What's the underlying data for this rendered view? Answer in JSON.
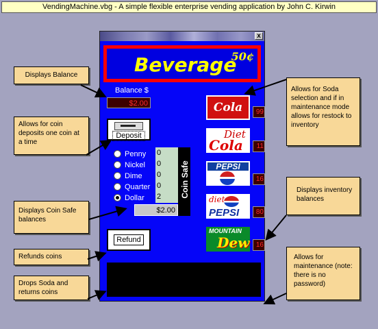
{
  "caption": "VendingMachine.vbg - A simple flexible enterprise vending application by John C. Kirwin",
  "window": {
    "close_glyph": "x"
  },
  "banner": {
    "title": "Beverage",
    "price": "50¢"
  },
  "balance": {
    "label": "Balance $",
    "value": "$2.00"
  },
  "deposit": {
    "label": "Deposit"
  },
  "coins": [
    {
      "name": "Penny",
      "count": "0",
      "selected": false
    },
    {
      "name": "Nickel",
      "count": "0",
      "selected": false
    },
    {
      "name": "Dime",
      "count": "0",
      "selected": false
    },
    {
      "name": "Quarter",
      "count": "0",
      "selected": false
    },
    {
      "name": "Dollar",
      "count": "2",
      "selected": true
    }
  ],
  "coin_safe": {
    "label": "Coin Safe",
    "total": "$2.00"
  },
  "refund": {
    "label": "Refund"
  },
  "sodas": [
    {
      "name": "Cola",
      "logo_text": "Cola",
      "inventory": "99"
    },
    {
      "name": "Diet Cola",
      "logo_text": [
        "Diet",
        "Cola"
      ],
      "inventory": "11"
    },
    {
      "name": "Pepsi",
      "logo_text": "PEPSI",
      "inventory": "16"
    },
    {
      "name": "Diet Pepsi",
      "logo_text": [
        "diet",
        "PEPSI"
      ],
      "inventory": "80"
    },
    {
      "name": "Mountain Dew",
      "logo_text": [
        "MOUNTAIN",
        "Dew"
      ],
      "inventory": "16"
    }
  ],
  "annotations": {
    "displays_balance": "Displays Balance",
    "coin_deposits": "Allows for coin deposits one coin at a time",
    "coin_safe_balances": "Displays Coin Safe balances",
    "refunds_coins": "Refunds coins",
    "drops_soda": "Drops Soda and returns coins",
    "soda_selection": "Allows for Soda selection and if in maintenance mode allows for restock to inventory",
    "inventory_balances": "Displays inventory balances",
    "maintenance": "Allows for maintenance (note: there is no password)"
  },
  "colors": {
    "background": "#a3a3bf",
    "machine": "#0505f8",
    "banner_border": "#f80000",
    "banner_text": "#ffff00",
    "note": "#f8d898"
  }
}
